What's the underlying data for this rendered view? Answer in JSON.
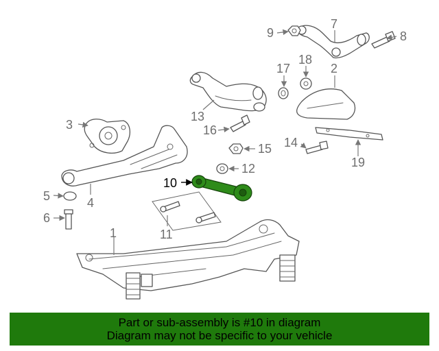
{
  "diagram": {
    "callouts": {
      "c1": "1",
      "c2": "2",
      "c3": "3",
      "c4": "4",
      "c5": "5",
      "c6": "6",
      "c7": "7",
      "c8": "8",
      "c9": "9",
      "c10": "10",
      "c11": "11",
      "c12": "12",
      "c13": "13",
      "c14": "14",
      "c15": "15",
      "c16": "16",
      "c17": "17",
      "c18": "18",
      "c19": "19"
    },
    "highlighted_part": "10",
    "highlight_color": "#2e8b1a",
    "line_color": "#555555"
  },
  "banner": {
    "line1": "Part or sub-assembly is #10 in diagram",
    "line2": "Diagram may not be specific to your vehicle",
    "background": "#1f7a0c"
  }
}
